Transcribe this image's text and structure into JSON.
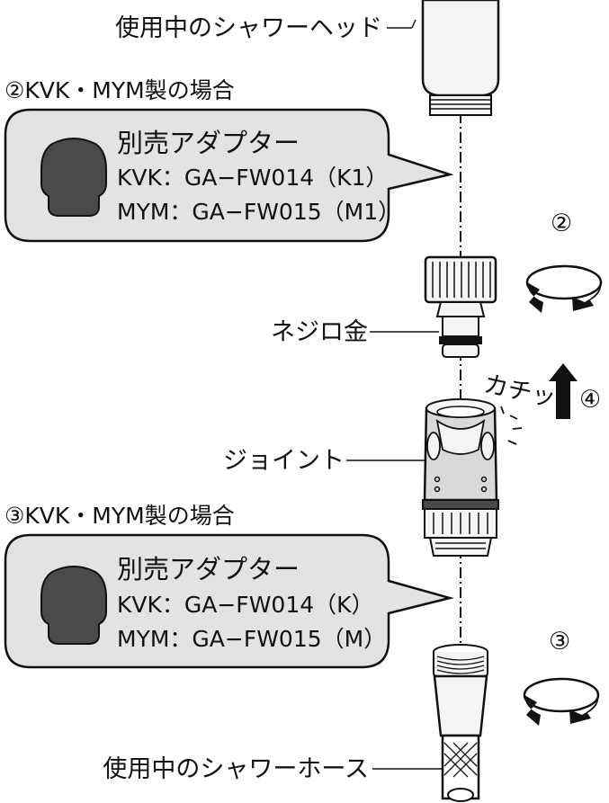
{
  "labels": {
    "shower_head": "使用中のシャワーヘッド",
    "nejiro": "ネジロ金",
    "joint": "ジョイント",
    "shower_hose": "使用中のシャワーホース",
    "click": "カチッ"
  },
  "step_marks": {
    "two": "②",
    "three": "③",
    "four": "④"
  },
  "section_top": {
    "heading": "②KVK・MYM製の場合",
    "title": "別売アダプター",
    "line1": "KVK：GA−FW014（K1）",
    "line2": "MYM：GA−FW015（M1）"
  },
  "section_bottom": {
    "heading": "③KVK・MYM製の場合",
    "title": "別売アダプター",
    "line1": "KVK：GA−FW014（K）",
    "line2": "MYM：GA−FW015（M）"
  },
  "colors": {
    "bubble_fill": "#e3e3e3",
    "adapter_fill": "#4a4a4a",
    "part_fill": "#f4f4f4",
    "joint_fill": "#d9d9d9",
    "ink": "#111111"
  }
}
